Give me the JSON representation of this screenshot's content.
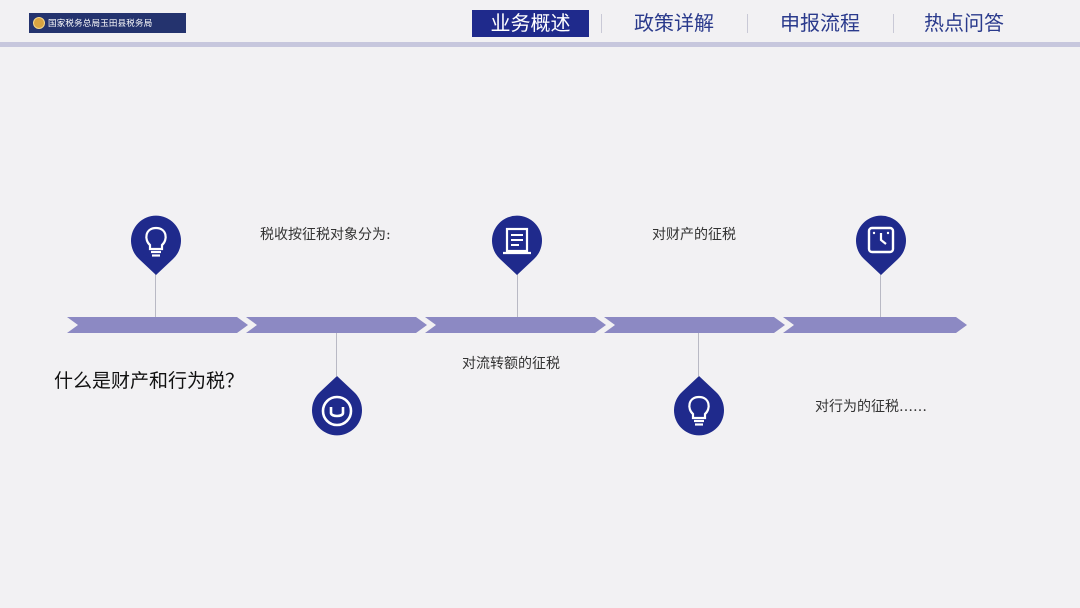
{
  "header": {
    "logo_text": "国家税务总局玉田县税务局",
    "tabs": [
      {
        "label": "业务概述",
        "active": true
      },
      {
        "label": "政策详解",
        "active": false
      },
      {
        "label": "申报流程",
        "active": false
      },
      {
        "label": "热点问答",
        "active": false
      }
    ]
  },
  "main": {
    "question": "什么是财产和行为税？",
    "labels": [
      "税收按征税对象分为:",
      "对流转额的征税",
      "对财产的征税",
      "对行为的征税……"
    ],
    "pins": [
      {
        "icon": "lightbulb-icon"
      },
      {
        "icon": "circle-badge-icon"
      },
      {
        "icon": "document-icon"
      },
      {
        "icon": "lightbulb-icon"
      },
      {
        "icon": "clock-icon"
      }
    ]
  },
  "colors": {
    "accent": "#1f2a8c",
    "pin": "#1f2a8c",
    "timeline": "#8c89c3",
    "header_bar": "#c7c7dd",
    "background": "#f2f1f3"
  }
}
